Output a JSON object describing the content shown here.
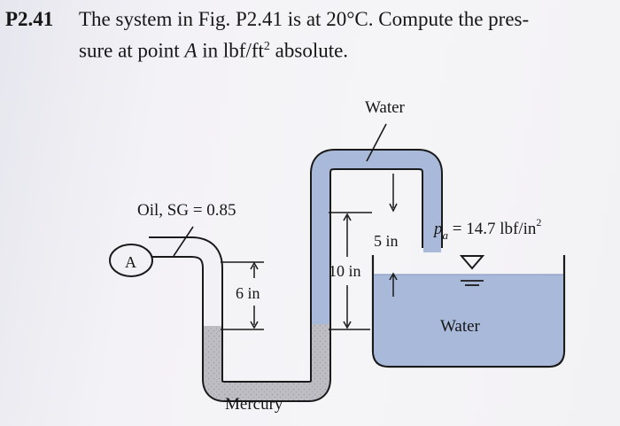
{
  "problem": {
    "number": "P2.41",
    "line1": "The system in Fig. P2.41 is at 20°C. Compute the pres-",
    "line2a": "sure at point ",
    "point": "A",
    "line2b": " in lbf/ft",
    "line2exp": "2",
    "line2c": " absolute."
  },
  "figure": {
    "water_top_label": "Water",
    "oil_label": "Oil, SG = 0.85",
    "point_label": "A",
    "dim_6": "6 in",
    "dim_10": "10 in",
    "dim_5": "5 in",
    "pa_symbol": "p",
    "pa_sub": "a",
    "pa_value": " = 14.7 lbf/in",
    "pa_exp": "2",
    "water_tank_label": "Water",
    "mercury_label": "Mercury"
  },
  "colors": {
    "fluid_blue": "#a9b9d9",
    "mercury_gray": "#b9b9bf",
    "outline": "#1a1a1a"
  }
}
